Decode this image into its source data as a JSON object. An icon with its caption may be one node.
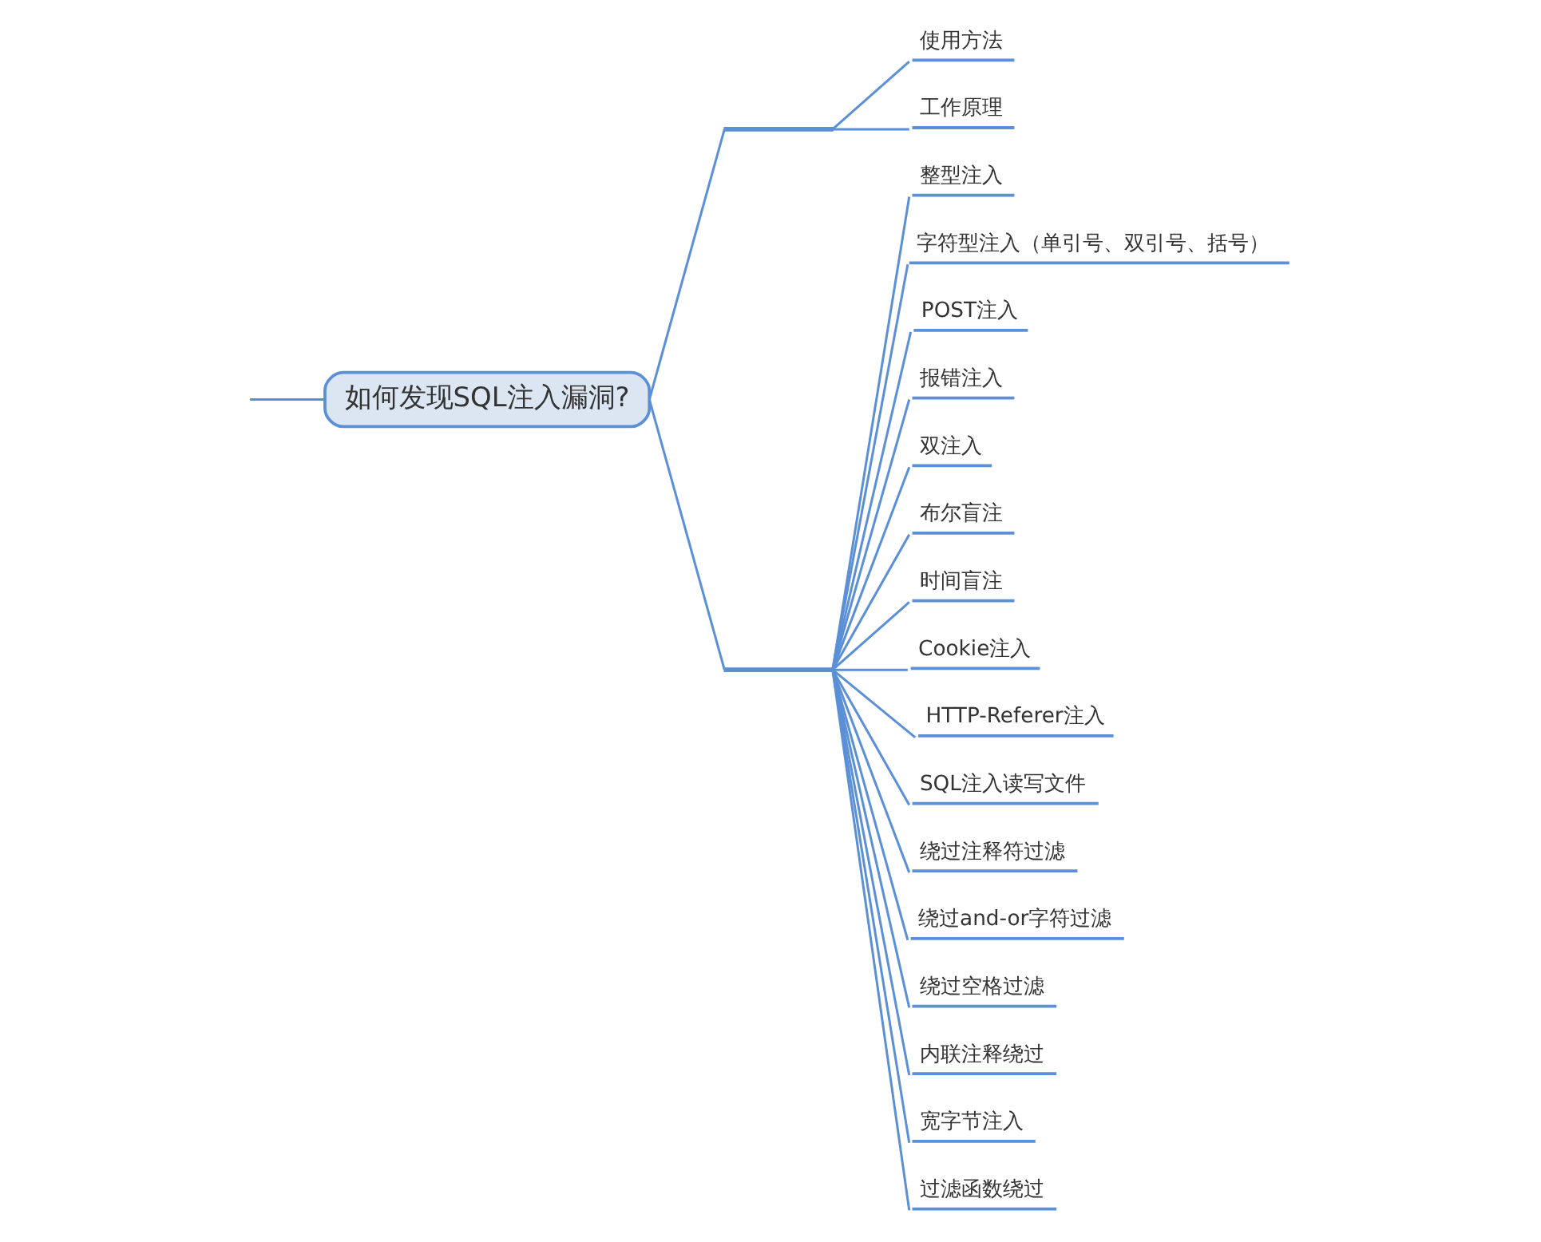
{
  "diagram": {
    "nodes": [
      {
        "text": [
          "如何发现SQL注入漏洞?"
        ]
      },
      {
        "text": [],
        "shape": "line"
      },
      {
        "text": [
          "使用方法"
        ]
      },
      {
        "text": [
          "工作原理"
        ]
      },
      {
        "text": [],
        "shape": "line"
      },
      {
        "text": [
          "整型注入"
        ]
      },
      {
        "text": [
          "字符型注入（单引号、双引号、括号）"
        ]
      },
      {
        "text": [
          "POST注入"
        ]
      },
      {
        "text": [
          "报错注入"
        ]
      },
      {
        "text": [
          "双注入"
        ]
      },
      {
        "text": [
          "布尔盲注"
        ]
      },
      {
        "text": [
          "时间盲注"
        ]
      },
      {
        "text": [
          "Cookie注入"
        ]
      },
      {
        "text": [
          "HTTP-Referer注入"
        ]
      },
      {
        "text": [
          "SQL注入读写文件"
        ]
      },
      {
        "text": [
          "绕过注释符过滤"
        ]
      },
      {
        "text": [
          "绕过and-or字符过滤"
        ]
      },
      {
        "text": [
          "绕过空格过滤"
        ]
      },
      {
        "text": [
          "内联注释绕过"
        ]
      },
      {
        "text": [
          "宽字节注入"
        ]
      },
      {
        "text": [
          "过滤函数绕过"
        ]
      }
    ],
    "edges": [
      {
        "from": null,
        "to": 0,
        "arrow": "none"
      },
      {
        "from": 0,
        "to": 1,
        "arrow": "none"
      },
      {
        "from": 1,
        "to": 2,
        "arrow": "none"
      },
      {
        "from": 1,
        "to": 3,
        "arrow": "none"
      },
      {
        "from": 0,
        "to": 4,
        "arrow": "none"
      },
      {
        "from": 4,
        "to": 5,
        "arrow": "none"
      },
      {
        "from": 4,
        "to": 6,
        "arrow": "none"
      },
      {
        "from": 4,
        "to": 7,
        "arrow": "none"
      },
      {
        "from": 4,
        "to": 8,
        "arrow": "none"
      },
      {
        "from": 4,
        "to": 9,
        "arrow": "none"
      },
      {
        "from": 4,
        "to": 10,
        "arrow": "none"
      },
      {
        "from": 4,
        "to": 11,
        "arrow": "none"
      },
      {
        "from": 4,
        "to": 12,
        "arrow": "none"
      },
      {
        "from": 4,
        "to": 13,
        "arrow": "none"
      },
      {
        "from": 4,
        "to": 14,
        "arrow": "none"
      },
      {
        "from": 4,
        "to": 15,
        "arrow": "none"
      },
      {
        "from": 4,
        "to": 16,
        "arrow": "none"
      },
      {
        "from": 4,
        "to": 17,
        "arrow": "none"
      },
      {
        "from": 4,
        "to": 18,
        "arrow": "none"
      },
      {
        "from": 4,
        "to": 19,
        "arrow": "none"
      },
      {
        "from": 4,
        "to": 20,
        "arrow": "none"
      }
    ]
  }
}
